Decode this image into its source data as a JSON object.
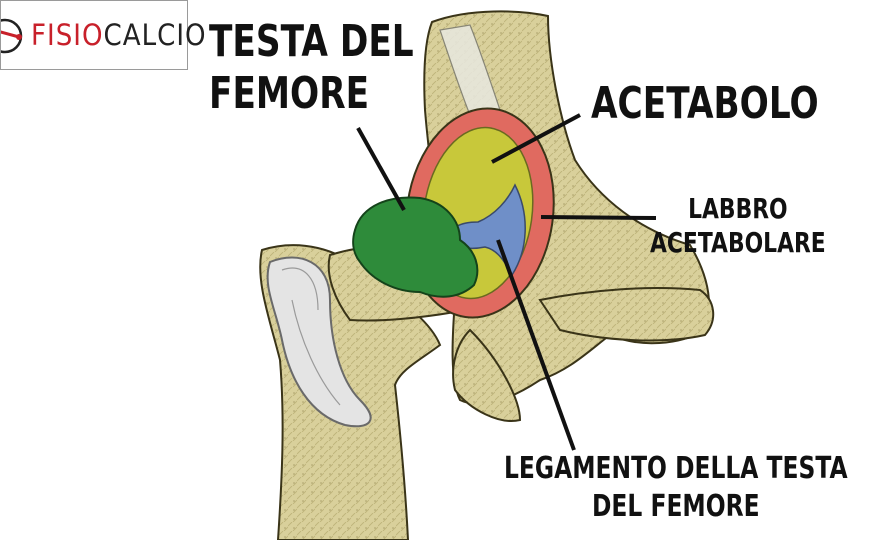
{
  "logo": {
    "part1": "FISIO",
    "part2": "CALCIO",
    "brand_color": "#c8202a"
  },
  "labels": {
    "femoral_head": [
      "TESTA DEL",
      "FEMORE"
    ],
    "acetabulum": "ACETABOLO",
    "labrum": [
      "LABBRO",
      "ACETABOLARE"
    ],
    "ligament": [
      "LEGAMENTO DELLA TESTA",
      "DEL FEMORE"
    ]
  },
  "colors": {
    "femoral_head": "#2e8b3a",
    "acetabulum": "#c8c83a",
    "labrum": "#e06a60",
    "ligament": "#6f8fc8",
    "bone": "#d8cf9a",
    "cartilage": "#e4e4e4"
  }
}
